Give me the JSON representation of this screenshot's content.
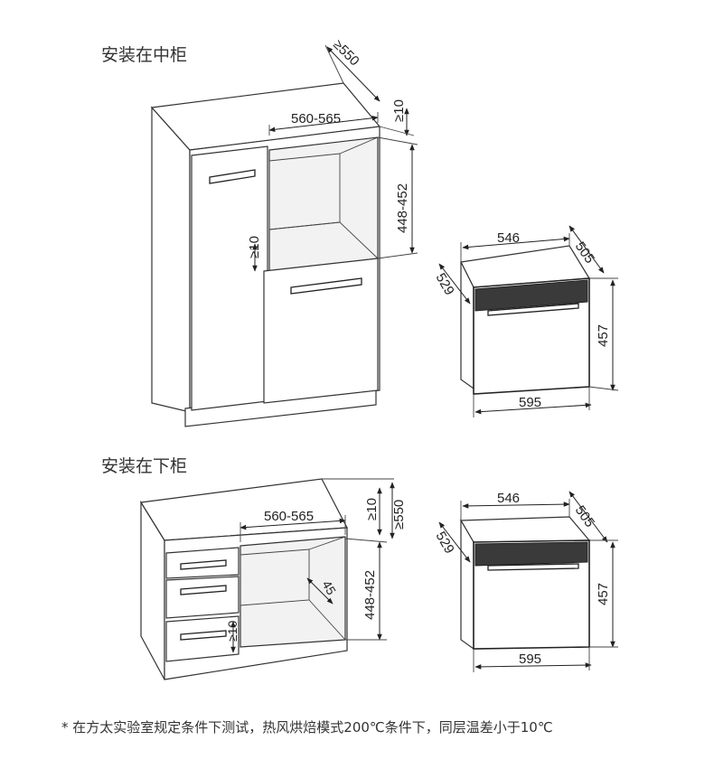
{
  "section_middle": {
    "title": "安装在中柜",
    "dims": {
      "depth": "≥550",
      "width": "560-565",
      "top_gap": "≥10",
      "height": "448-452",
      "side_gap": "≥10"
    },
    "oven": {
      "top_width": "546",
      "top_depth": "505",
      "side_depth": "529",
      "height": "457",
      "front_width": "595"
    }
  },
  "section_lower": {
    "title": "安装在下柜",
    "dims": {
      "top_gap": "≥10",
      "depth": "≥550",
      "width": "560-565",
      "height": "448-452",
      "angle": "45",
      "bottom_gap": "≥10"
    },
    "oven": {
      "top_width": "546",
      "top_depth": "505",
      "side_depth": "529",
      "height": "457",
      "front_width": "595"
    }
  },
  "footnote": "* 在方太实验室规定条件下测试，热风烘焙模式200℃条件下，同层温差小于10℃"
}
